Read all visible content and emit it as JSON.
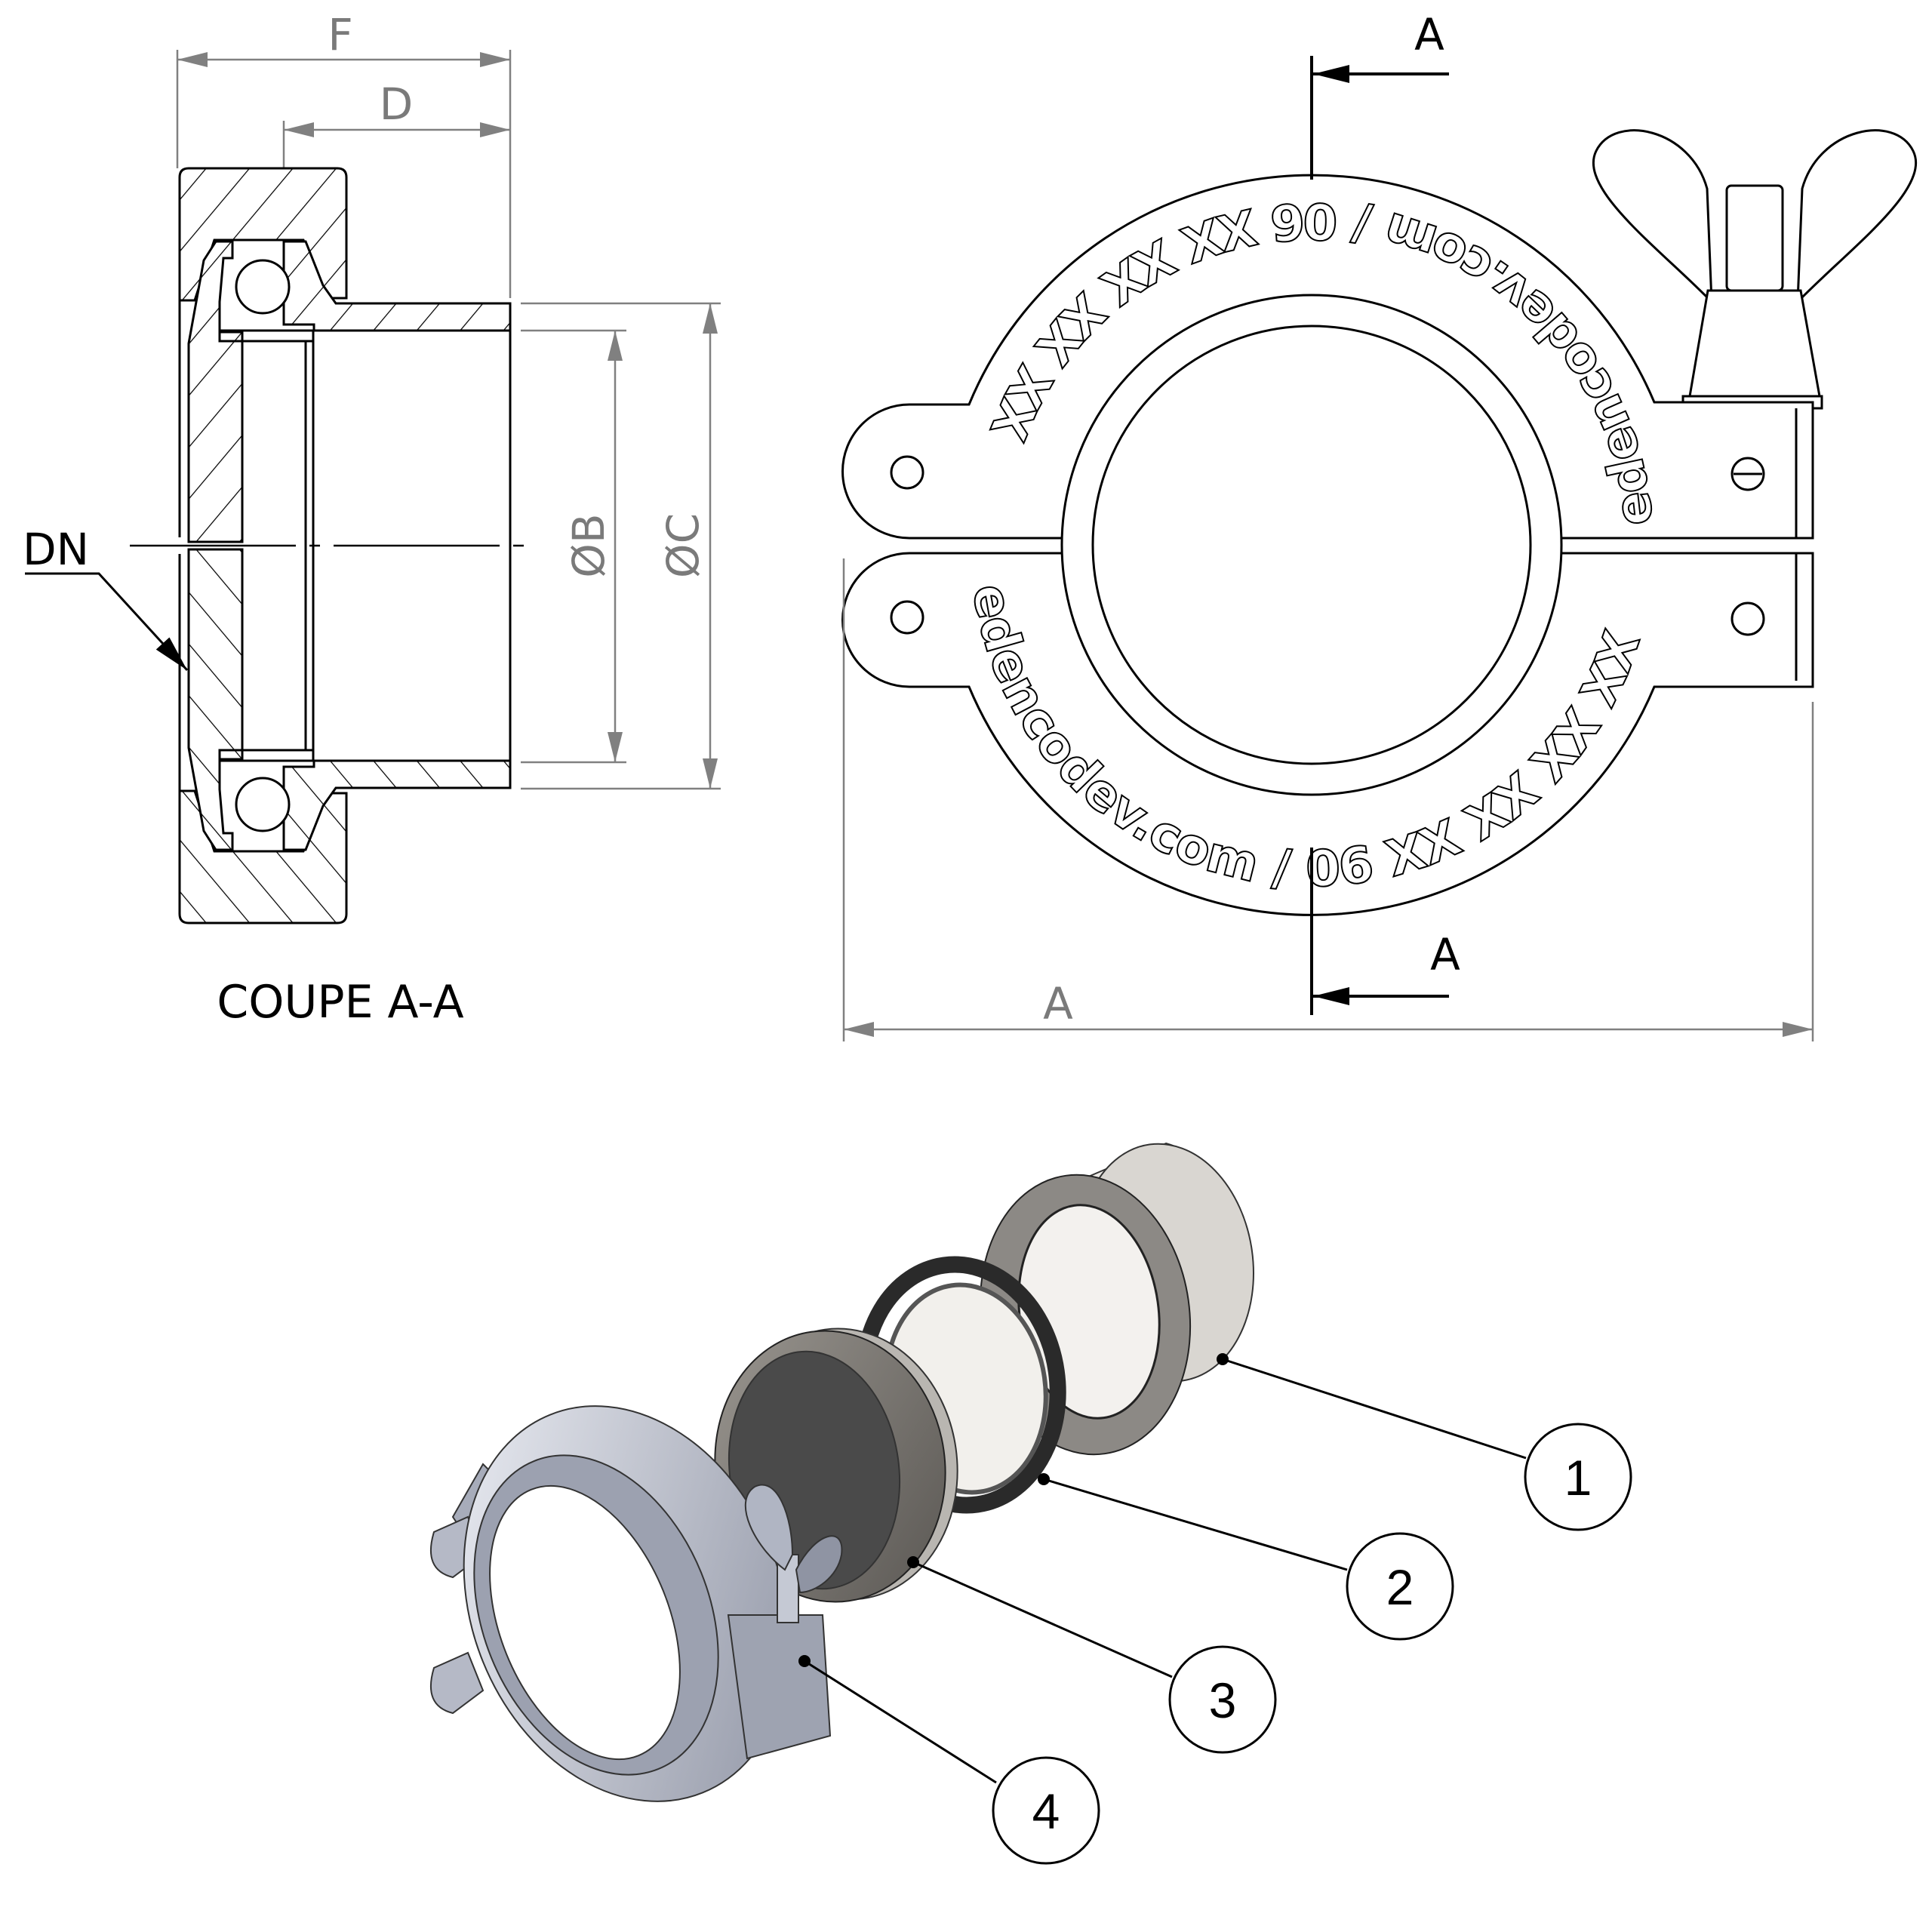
{
  "section_view": {
    "dim_f": "F",
    "dim_d": "D",
    "dim_b": "ØB",
    "dim_c": "ØC",
    "dn_label": "DN",
    "caption": "COUPE A-A"
  },
  "front_view": {
    "section_mark_top": "A",
    "section_mark_bottom": "A",
    "dim_a": "A",
    "engraving_top": "edencodev.com / 06 XX XX XX XX",
    "engraving_bottom": "edencodev.com / 06 XX XX XX XX"
  },
  "exploded_view": {
    "balloons": [
      "1",
      "2",
      "3",
      "4"
    ]
  },
  "colors": {
    "line": "#000000",
    "dimension": "#808080",
    "oring": "#2a2a2a",
    "metal_light": "#e4e2de",
    "metal_dark": "#4a4a4a",
    "clamp": "#c9cdd8"
  }
}
